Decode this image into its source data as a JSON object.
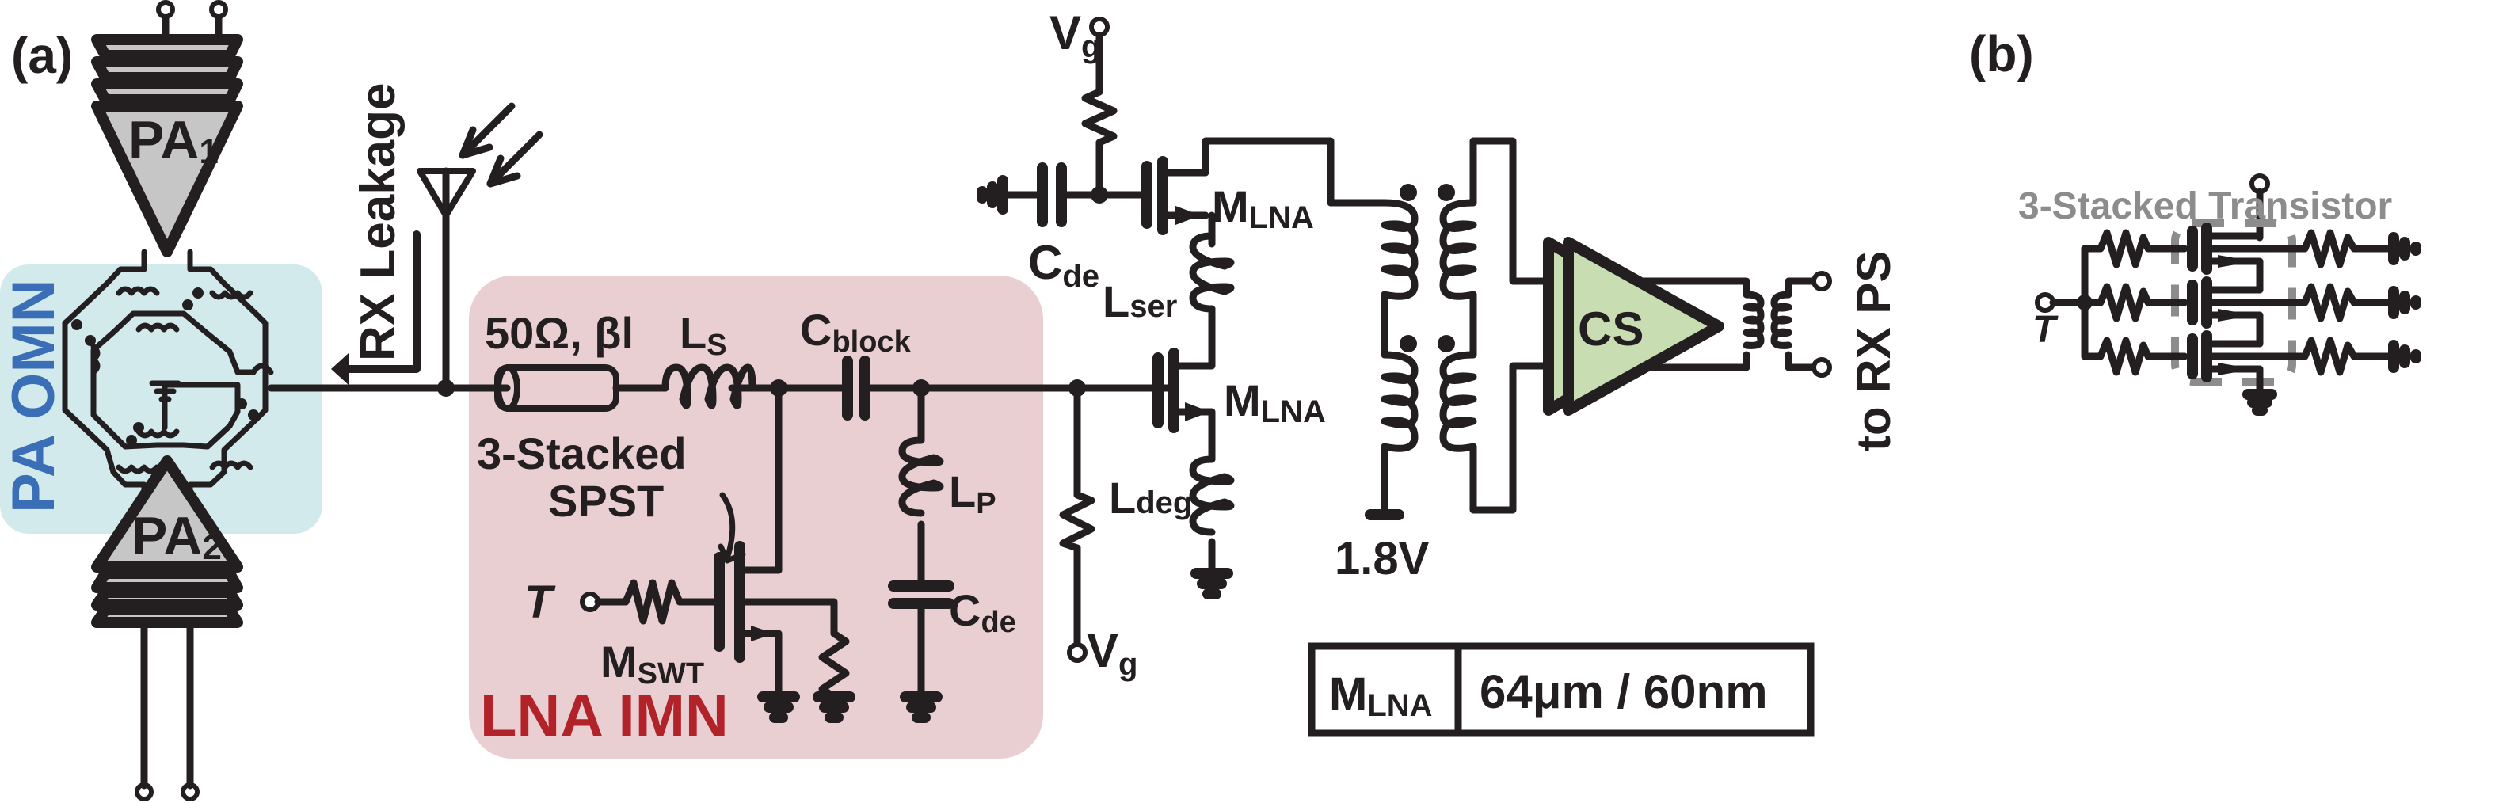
{
  "panels": {
    "a": {
      "tag": "(a)",
      "pa_blocks": [
        {
          "name": "PA",
          "sub": "1"
        },
        {
          "name": "PA",
          "sub": "2"
        }
      ],
      "pa_omn_label": "PA OMN",
      "rx_leakage_label": "RX Leakage",
      "lna_imn": {
        "label": "LNA IMN",
        "tline_label": "50Ω, βl",
        "ls_label": {
          "main": "L",
          "sub": "S"
        },
        "cblock_label": {
          "main": "C",
          "sub": "block"
        },
        "spst_label_line1": "3-Stacked",
        "spst_label_line2": "SPST",
        "t_label": "T",
        "mswt_label": {
          "main": "M",
          "sub": "SWT"
        },
        "lp_label": {
          "main": "L",
          "sub": "P"
        },
        "cde_label": {
          "main": "C",
          "sub": "de"
        }
      },
      "lna": {
        "vg_top": {
          "main": "V",
          "sub": "g"
        },
        "vg_bottom": {
          "main": "V",
          "sub": "g"
        },
        "cde_label": {
          "main": "C",
          "sub": "de"
        },
        "mlna_top": {
          "main": "M",
          "sub": "LNA"
        },
        "mlna_bottom": {
          "main": "M",
          "sub": "LNA"
        },
        "lser_label": {
          "main": "L",
          "sub": "ser"
        },
        "ldeg_label": {
          "main": "L",
          "sub": "deg"
        },
        "supply_label": "1.8V"
      },
      "cs_label": "CS",
      "output_label": "to RX PS",
      "size_table": {
        "device": {
          "main": "M",
          "sub": "LNA"
        },
        "value": "64μm / 60nm"
      }
    },
    "b": {
      "tag": "(b)",
      "title": "3-Stacked Transistor",
      "t_label": "T"
    }
  },
  "colors": {
    "pa_omn_bg": "#d3eaec",
    "pa_omn_text": "#3a6fb8",
    "lna_imn_bg": "#eacfd2",
    "lna_imn_text": "#b22329",
    "pa_fill": "#c6c6c6",
    "cs_fill": "#c9ddb3",
    "stack_gray": "#8c8c8c",
    "wire": "#231f20"
  }
}
